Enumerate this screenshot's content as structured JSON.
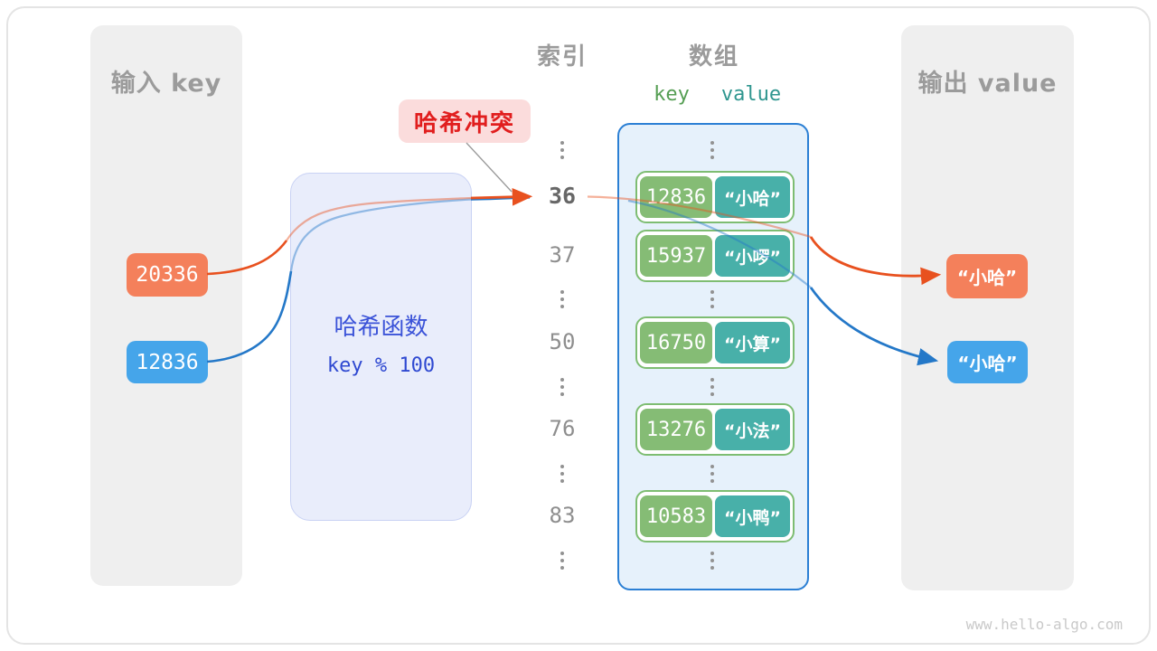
{
  "input_panel": {
    "title": "输入 key",
    "keys": [
      {
        "value": "20336",
        "color": "#F4805B"
      },
      {
        "value": "12836",
        "color": "#45A5EA"
      }
    ]
  },
  "hash_function": {
    "name": "哈希函数",
    "formula": "key % 100"
  },
  "collision_badge": {
    "label": "哈希冲突"
  },
  "index_column": {
    "header": "索引",
    "highlight_index": "36",
    "other_indices": [
      "37",
      "50",
      "76",
      "83"
    ]
  },
  "array_column": {
    "header": "数组",
    "key_header": "key",
    "value_header": "value",
    "pairs": [
      {
        "key": "12836",
        "value": "“小哈”"
      },
      {
        "key": "15937",
        "value": "“小啰”"
      },
      {
        "key": "16750",
        "value": "“小算”"
      },
      {
        "key": "13276",
        "value": "“小法”"
      },
      {
        "key": "10583",
        "value": "“小鸭”"
      }
    ]
  },
  "output_panel": {
    "title": "输出 value",
    "values": [
      {
        "value": "“小哈”",
        "color": "#F4805B"
      },
      {
        "value": "“小哈”",
        "color": "#45A5EA"
      }
    ]
  },
  "watermark": "www.hello-algo.com",
  "colors": {
    "orange_box": "#F4805B",
    "orange_line": "#E8511F",
    "blue_box": "#45A5EA",
    "blue_line": "#2478C8",
    "key_green": "#85BC75",
    "value_teal": "#48B0A9",
    "pair_border": "#7EBD72",
    "array_border": "#2B7FD4",
    "array_fill": "#E6F1FB",
    "hash_fill": "#E9EDFB",
    "hash_text": "#3B53D8",
    "collision_text": "#E11E1E",
    "collision_bg": "#FBDCDC",
    "panel_gray": "#EFEFEF",
    "title_gray": "#9B9B9B"
  }
}
